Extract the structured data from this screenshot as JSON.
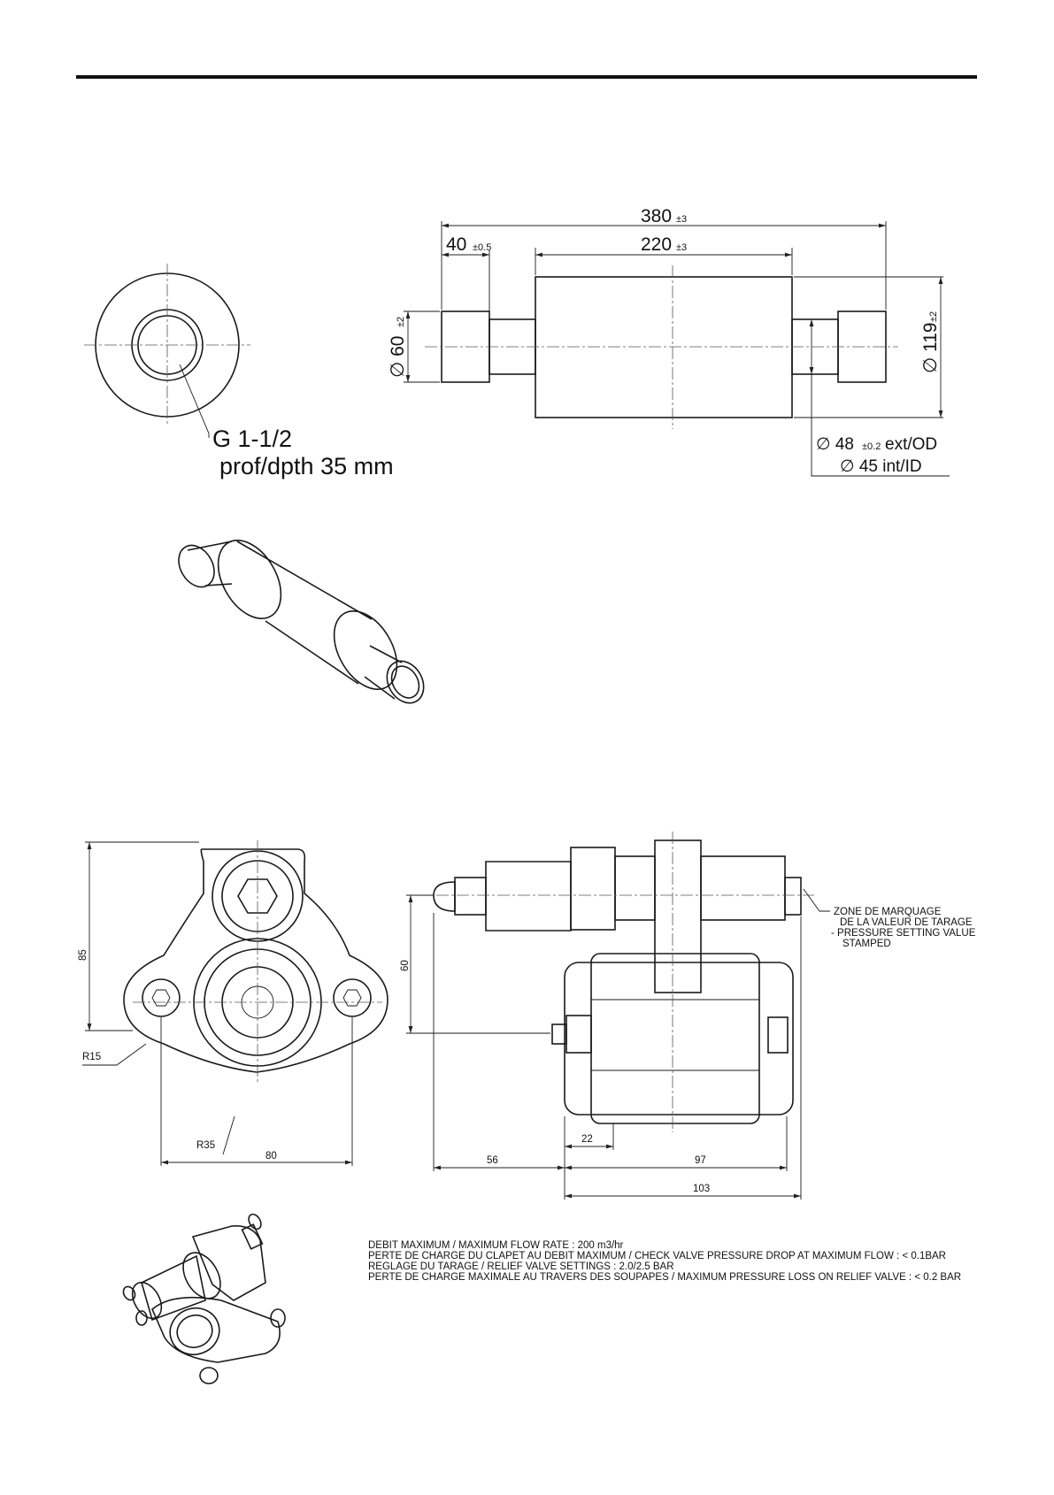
{
  "drawing": {
    "receiver": {
      "dim_overall": "380",
      "tol_overall": "±3",
      "dim_end": "40",
      "tol_end": "±0.5",
      "dim_body": "220",
      "tol_body": "±3",
      "dia_small": "∅ 60",
      "tol_small": "±2",
      "dia_body": "∅ 119",
      "tol_body_dia": "±2",
      "tube_od": "∅ 48",
      "tol_tube_od": "±0.2",
      "tube_od_suffix": "ext/OD",
      "tube_id": "∅ 45 int/ID",
      "thread": "G 1-1/2",
      "depth": "prof/dpth 35 mm"
    },
    "valve": {
      "dim_85": "85",
      "dim_60": "60",
      "r15": "R15",
      "r35": "R35",
      "dim_80": "80",
      "dim_56": "56",
      "dim_22": "22",
      "dim_97": "97",
      "dim_103": "103",
      "marking": [
        "ZONE DE MARQUAGE",
        "DE LA VALEUR DE TARAGE",
        "- PRESSURE SETTING VALUE",
        "STAMPED"
      ]
    },
    "notes": [
      "DEBIT MAXIMUM / MAXIMUM FLOW RATE : 200 m3/hr",
      "PERTE DE CHARGE DU CLAPET AU DEBIT MAXIMUM / CHECK VALVE PRESSURE DROP AT MAXIMUM FLOW : < 0.1BAR",
      "REGLAGE DU TARAGE / RELIEF VALVE SETTINGS : 2.0/2.5 BAR",
      "PERTE DE CHARGE MAXIMALE AU TRAVERS DES SOUPAPES / MAXIMUM PRESSURE LOSS ON RELIEF VALVE : < 0.2 BAR"
    ]
  }
}
